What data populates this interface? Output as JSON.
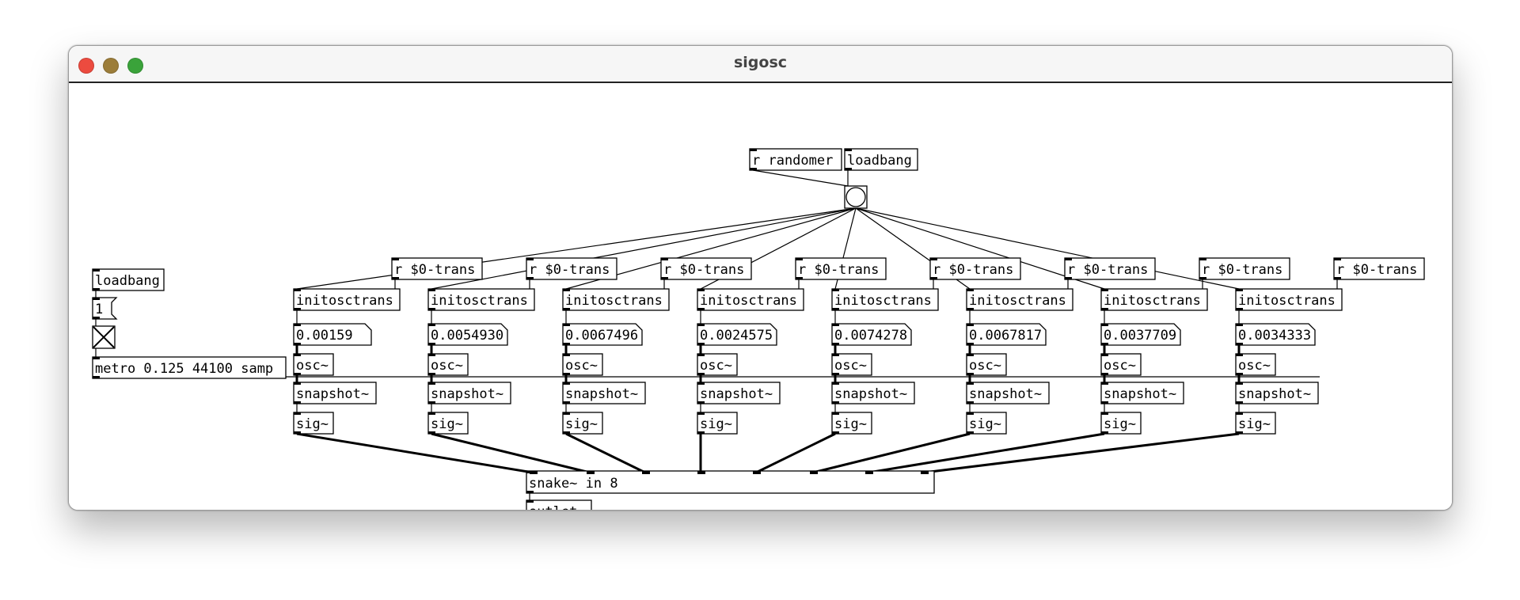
{
  "window": {
    "title": "sigosc",
    "buttons": {
      "close_color": "#ec4b3f",
      "minimize_color": "#9c7d3a",
      "zoom_color": "#3aa33a"
    }
  },
  "patch": {
    "left": {
      "loadbang": "loadbang",
      "message": "1",
      "toggle": "toggle",
      "metro": "metro 0.125 44100 samp"
    },
    "top": {
      "receive_randomer": "r randomer",
      "loadbang": "loadbang",
      "bang": "bang"
    },
    "columns": [
      {
        "receive": "r $0-trans",
        "init": "initosctrans",
        "number": "0.00159",
        "osc": "osc~",
        "snapshot": "snapshot~",
        "sig": "sig~"
      },
      {
        "receive": "r $0-trans",
        "init": "initosctrans",
        "number": "0.0054930",
        "osc": "osc~",
        "snapshot": "snapshot~",
        "sig": "sig~"
      },
      {
        "receive": "r $0-trans",
        "init": "initosctrans",
        "number": "0.0067496",
        "osc": "osc~",
        "snapshot": "snapshot~",
        "sig": "sig~"
      },
      {
        "receive": "r $0-trans",
        "init": "initosctrans",
        "number": "0.0024575",
        "osc": "osc~",
        "snapshot": "snapshot~",
        "sig": "sig~"
      },
      {
        "receive": "r $0-trans",
        "init": "initosctrans",
        "number": "0.0074278",
        "osc": "osc~",
        "snapshot": "snapshot~",
        "sig": "sig~"
      },
      {
        "receive": "r $0-trans",
        "init": "initosctrans",
        "number": "0.0067817",
        "osc": "osc~",
        "snapshot": "snapshot~",
        "sig": "sig~"
      },
      {
        "receive": "r $0-trans",
        "init": "initosctrans",
        "number": "0.0037709",
        "osc": "osc~",
        "snapshot": "snapshot~",
        "sig": "sig~"
      },
      {
        "receive": "r $0-trans",
        "init": "initosctrans",
        "number": "0.0034333",
        "osc": "osc~",
        "snapshot": "snapshot~",
        "sig": "sig~"
      }
    ],
    "bottom": {
      "snake": "snake~ in 8",
      "outlet": "outlet~"
    }
  }
}
